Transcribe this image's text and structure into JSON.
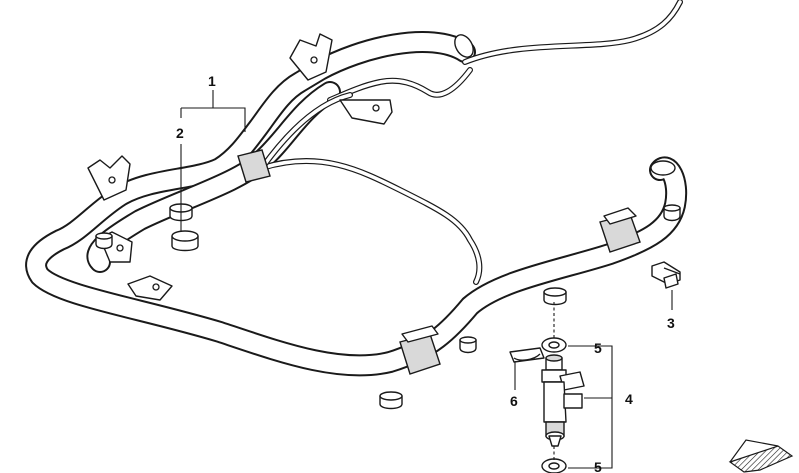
{
  "callouts": [
    {
      "id": "1",
      "label": "1"
    },
    {
      "id": "2",
      "label": "2"
    },
    {
      "id": "3",
      "label": "3"
    },
    {
      "id": "4",
      "label": "4"
    },
    {
      "id": "5a",
      "label": "5"
    },
    {
      "id": "5b",
      "label": "5"
    },
    {
      "id": "6",
      "label": "6"
    }
  ],
  "icons": {
    "nav_arrow": "hatched-arrow-icon"
  }
}
